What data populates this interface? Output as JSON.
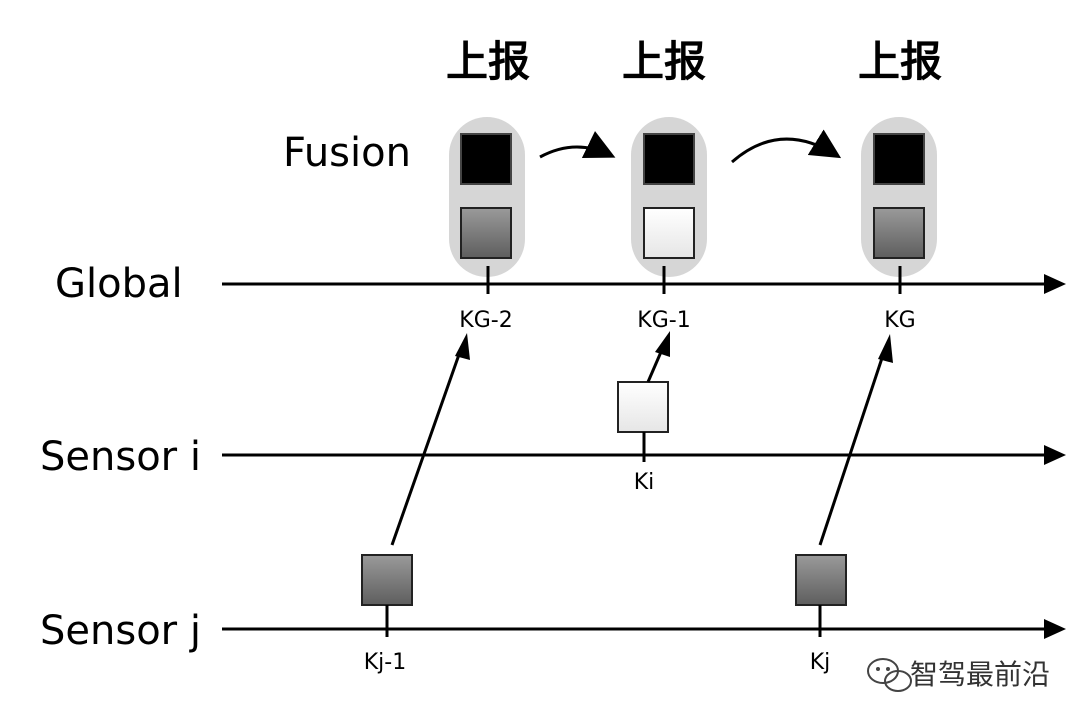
{
  "title": "",
  "labels": {
    "fusion": "Fusion",
    "global": "Global",
    "sensor_i": "Sensor i",
    "sensor_j": "Sensor j",
    "report": "上报"
  },
  "ticks": {
    "kg2": "KG-2",
    "kg1": "KG-1",
    "kg": "KG",
    "ki": "Ki",
    "kj1": "Kj-1",
    "kj": "Kj"
  },
  "watermark": {
    "text": "智驾最前沿",
    "icon": "wechat-icon"
  },
  "colors": {
    "fused_state": "#000000",
    "sensor_j_measurement": "#7a7a7a",
    "sensor_i_measurement": "#ffffff",
    "fusion_capsule": "#d6d6d6"
  }
}
